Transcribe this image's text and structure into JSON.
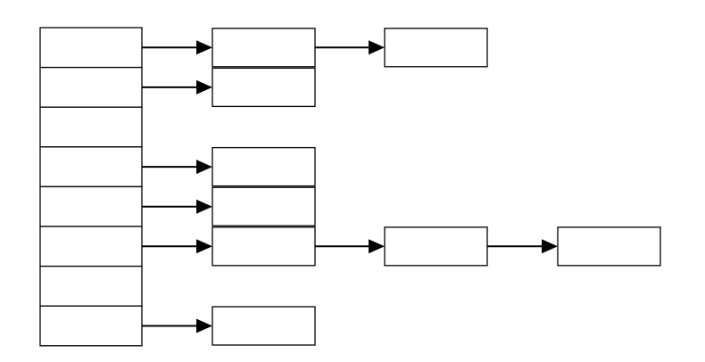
{
  "diagram": {
    "type": "chained-hash-table",
    "table_slots": 8,
    "chains": [
      {
        "slot": 0,
        "length": 2
      },
      {
        "slot": 1,
        "length": 1
      },
      {
        "slot": 2,
        "length": 0
      },
      {
        "slot": 3,
        "length": 1
      },
      {
        "slot": 4,
        "length": 1
      },
      {
        "slot": 5,
        "length": 3
      },
      {
        "slot": 6,
        "length": 0
      },
      {
        "slot": 7,
        "length": 1
      }
    ],
    "colors": {
      "stroke": "#000000",
      "fill": "#ffffff",
      "background": "#ffffff"
    }
  }
}
